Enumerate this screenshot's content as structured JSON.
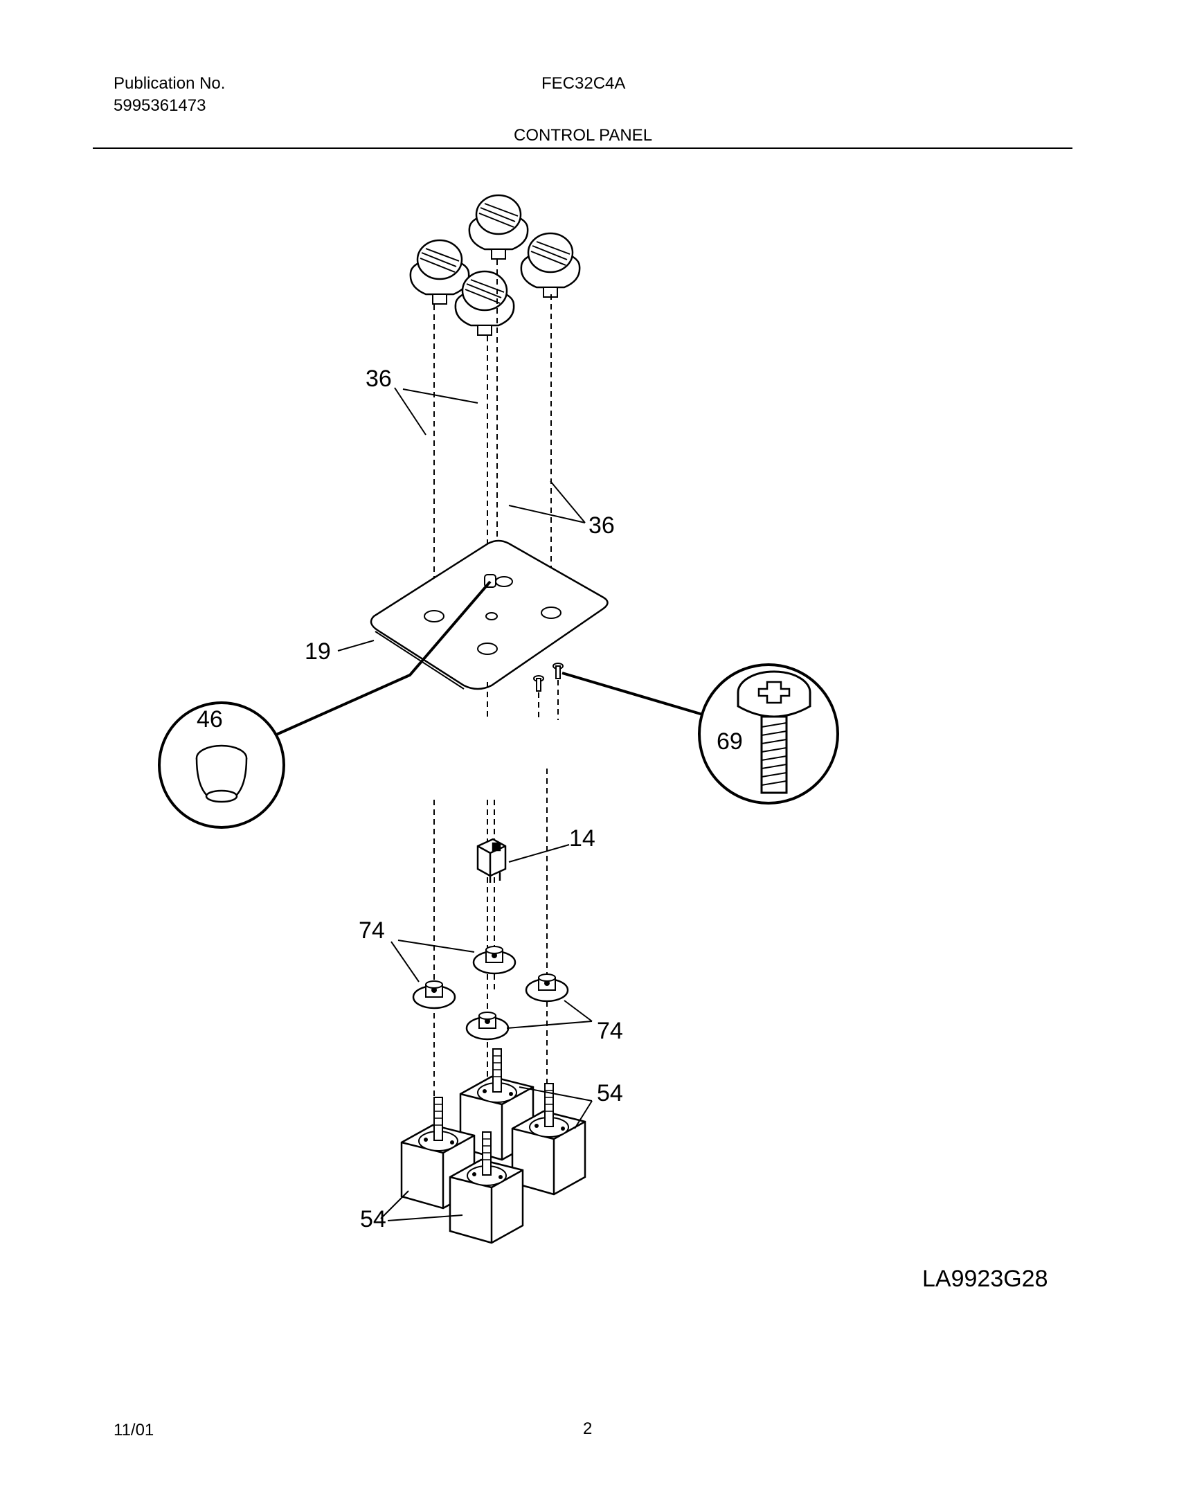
{
  "header": {
    "publication_label": "Publication No.",
    "publication_number": "5995361473",
    "model": "FEC32C4A",
    "section_title": "CONTROL PANEL"
  },
  "diagram": {
    "callouts": {
      "knobs_a": "36",
      "knobs_b": "36",
      "panel": "19",
      "plug": "46",
      "screw": "69",
      "switch": "14",
      "bezels_a": "74",
      "bezels_b": "74",
      "infinite_switches_a": "54",
      "infinite_switches_b": "54"
    },
    "drawing_code": "LA9923G28"
  },
  "footer": {
    "date": "11/01",
    "page": "2"
  }
}
